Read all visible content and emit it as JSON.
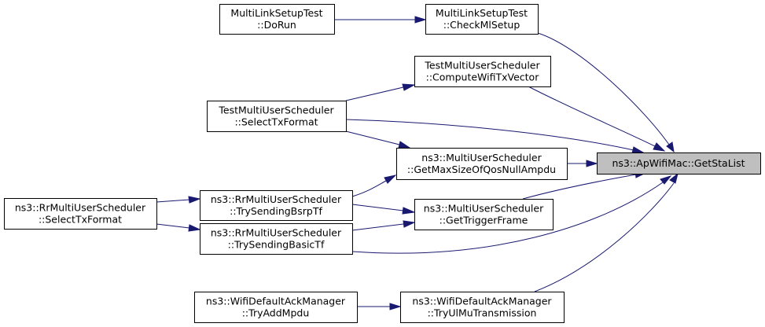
{
  "graph": {
    "root": "getStaList",
    "nodes": [
      {
        "id": "getStaList",
        "lines": [
          "ns3::ApWifiMac::GetStaList"
        ]
      },
      {
        "id": "mlDoRun",
        "lines": [
          "MultiLinkSetupTest",
          "::DoRun"
        ]
      },
      {
        "id": "mlCheck",
        "lines": [
          "MultiLinkSetupTest",
          "::CheckMlSetup"
        ]
      },
      {
        "id": "tmusCompute",
        "lines": [
          "TestMultiUserScheduler",
          "::ComputeWifiTxVector"
        ]
      },
      {
        "id": "tmusSelect",
        "lines": [
          "TestMultiUserScheduler",
          "::SelectTxFormat"
        ]
      },
      {
        "id": "musGetMax",
        "lines": [
          "ns3::MultiUserScheduler",
          "::GetMaxSizeOfQosNullAmpdu"
        ]
      },
      {
        "id": "rrBsrp",
        "lines": [
          "ns3::RrMultiUserScheduler",
          "::TrySendingBsrpTf"
        ]
      },
      {
        "id": "rrSelect",
        "lines": [
          "ns3::RrMultiUserScheduler",
          "::SelectTxFormat"
        ]
      },
      {
        "id": "musTrigger",
        "lines": [
          "ns3::MultiUserScheduler",
          "::GetTriggerFrame"
        ]
      },
      {
        "id": "rrBasic",
        "lines": [
          "ns3::RrMultiUserScheduler",
          "::TrySendingBasicTf"
        ]
      },
      {
        "id": "ackAddMpdu",
        "lines": [
          "ns3::WifiDefaultAckManager",
          "::TryAddMpdu"
        ]
      },
      {
        "id": "ackUlMu",
        "lines": [
          "ns3::WifiDefaultAckManager",
          "::TryUlMuTransmission"
        ]
      }
    ],
    "edges": [
      {
        "from": "mlDoRun",
        "to": "mlCheck"
      },
      {
        "from": "mlCheck",
        "to": "getStaList"
      },
      {
        "from": "tmusSelect",
        "to": "tmusCompute"
      },
      {
        "from": "tmusCompute",
        "to": "getStaList"
      },
      {
        "from": "tmusSelect",
        "to": "getStaList"
      },
      {
        "from": "tmusSelect",
        "to": "musGetMax"
      },
      {
        "from": "musGetMax",
        "to": "getStaList"
      },
      {
        "from": "rrBsrp",
        "to": "musGetMax"
      },
      {
        "from": "rrSelect",
        "to": "rrBsrp"
      },
      {
        "from": "rrBsrp",
        "to": "musTrigger"
      },
      {
        "from": "musTrigger",
        "to": "getStaList"
      },
      {
        "from": "rrSelect",
        "to": "rrBasic"
      },
      {
        "from": "rrBasic",
        "to": "musTrigger"
      },
      {
        "from": "rrBasic",
        "to": "getStaList"
      },
      {
        "from": "ackAddMpdu",
        "to": "ackUlMu"
      },
      {
        "from": "ackUlMu",
        "to": "getStaList"
      }
    ]
  }
}
